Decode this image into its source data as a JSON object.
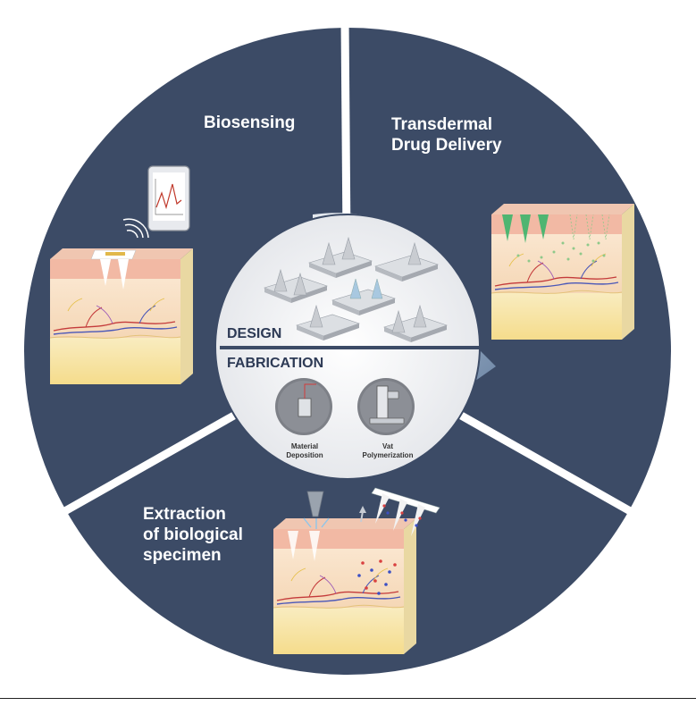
{
  "segments": {
    "biosensing": "Biosensing",
    "transdermal_line1": "Transdermal",
    "transdermal_line2": "Drug Delivery",
    "extraction_line1": "Extraction",
    "extraction_line2": "of biological",
    "extraction_line3": "specimen"
  },
  "center": {
    "design": "DESIGN",
    "fabrication": "FABRICATION",
    "method1_line1": "Material",
    "method1_line2": "Deposition",
    "method2_line1": "Vat",
    "method2_line2": "Polymerization"
  },
  "colors": {
    "disk": "#3c4b66",
    "divider": "#ffffff",
    "skin_top": "#f4c9b3",
    "dermis": "#f7dfc0",
    "fat": "#f8e7a8",
    "arrow": "#8aa2bf"
  }
}
